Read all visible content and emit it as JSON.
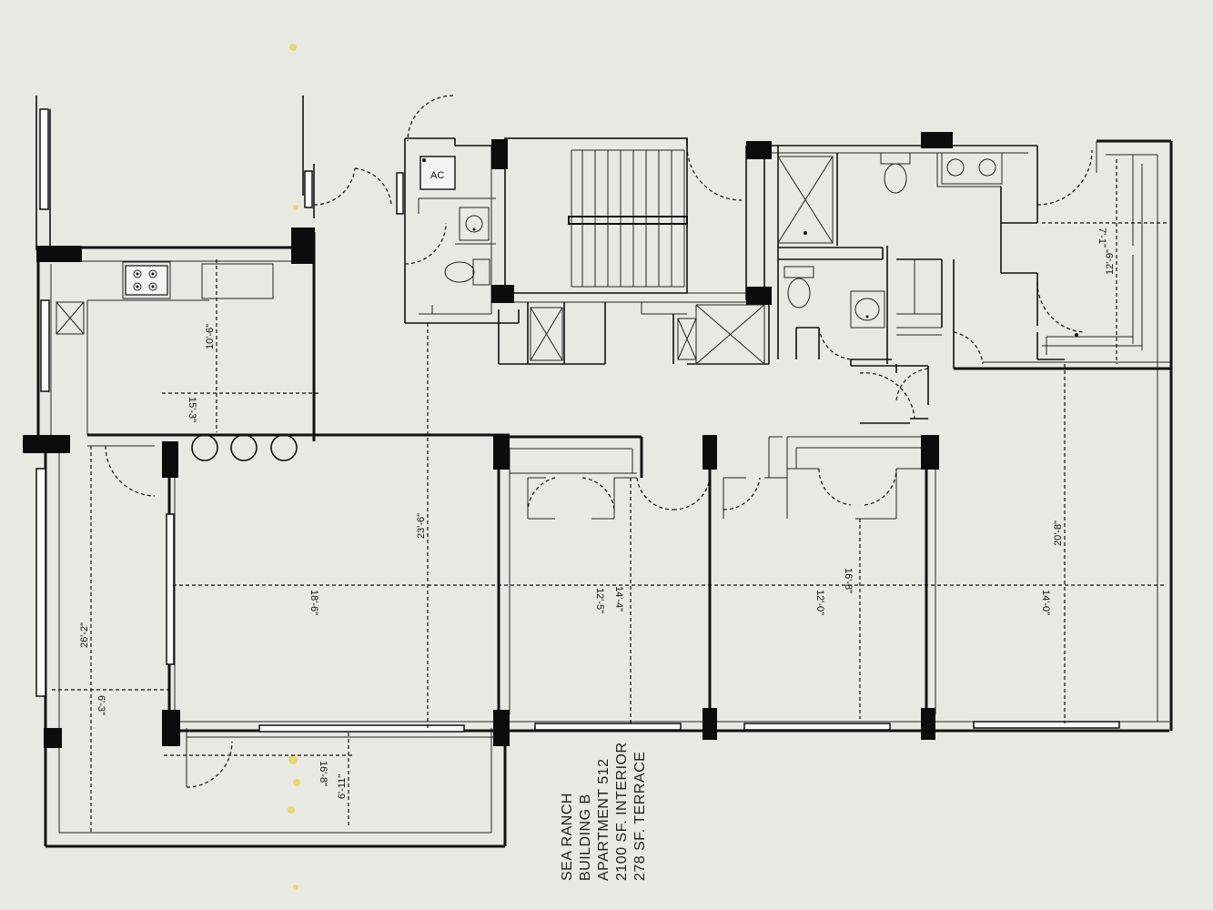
{
  "plan": {
    "title_block": [
      "SEA RANCH",
      "BUILDING B",
      "APARTMENT 512",
      "2100 SF. INTERIOR",
      "278 SF. TERRACE"
    ],
    "dimensions": {
      "kitchen_depth": "10'-6\"",
      "kitchen_width": "15'-3\"",
      "living_width": "18'-6\"",
      "hall_length": "23'-6\"",
      "bedroom2_width": "12'-5\"",
      "bedroom2_depth": "14'-4\"",
      "bedroom3_width": "12'-0\"",
      "bedroom3_depth": "16'-8\"",
      "master_width": "14'-0\"",
      "master_depth": "20'-8\"",
      "master_bath_depth": "7'-1\"",
      "master_bath_width": "12'-9\"",
      "terrace_length": "26'-2\"",
      "terrace_width": "6'-3\"",
      "terrace_front_length": "16'-8\"",
      "terrace_front_depth": "6'-11\""
    },
    "fixtures": {
      "ac_label": "AC"
    }
  }
}
